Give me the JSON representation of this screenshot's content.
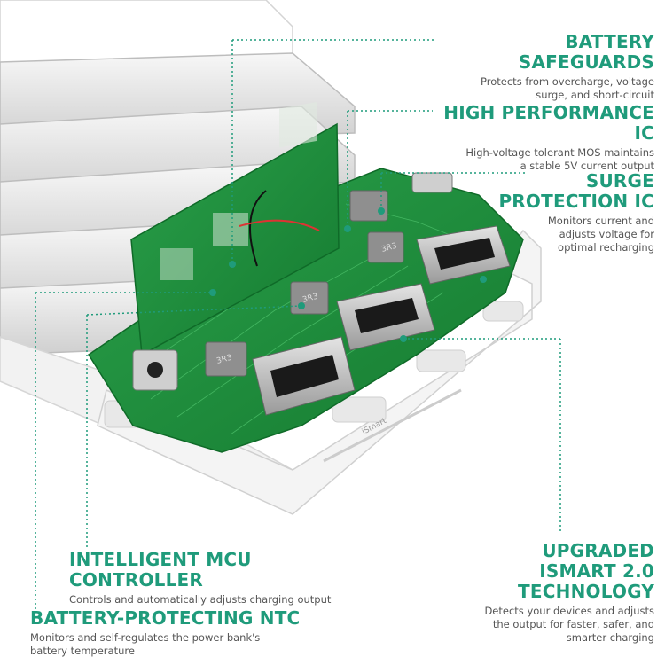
{
  "callouts": {
    "battery_safeguards": {
      "title": "BATTERY SAFEGUARDS",
      "desc": "Protects from overcharge, voltage\nsurge, and short-circuit"
    },
    "high_performance_ic": {
      "title": "HIGH PERFORMANCE IC",
      "desc": "High-voltage tolerant MOS maintains\na stable 5V current output"
    },
    "surge_protection_ic": {
      "title": "SURGE\nPROTECTION IC",
      "desc": "Monitors current and\nadjusts voltage for\noptimal recharging"
    },
    "mcu_controller": {
      "title": "INTELLIGENT MCU CONTROLLER",
      "desc": "Controls and automatically adjusts charging output"
    },
    "ntc": {
      "title": "BATTERY-PROTECTING NTC",
      "desc": "Monitors and self-regulates the power bank's\nbattery temperature"
    },
    "ismart": {
      "title": "UPGRADED\nISMART 2.0\nTECHNOLOGY",
      "desc": "Detects your devices and adjusts\nthe output for faster, safer, and\nsmarter charging"
    }
  },
  "chip_labels": {
    "chip_a": "3R3",
    "chip_b": "3R3",
    "chip_c": "3R3"
  },
  "case_label": "iSmart",
  "colors": {
    "accent": "#1f9b7b",
    "pcb_green": "#1e8f3c",
    "case_white": "#f4f4f4"
  }
}
